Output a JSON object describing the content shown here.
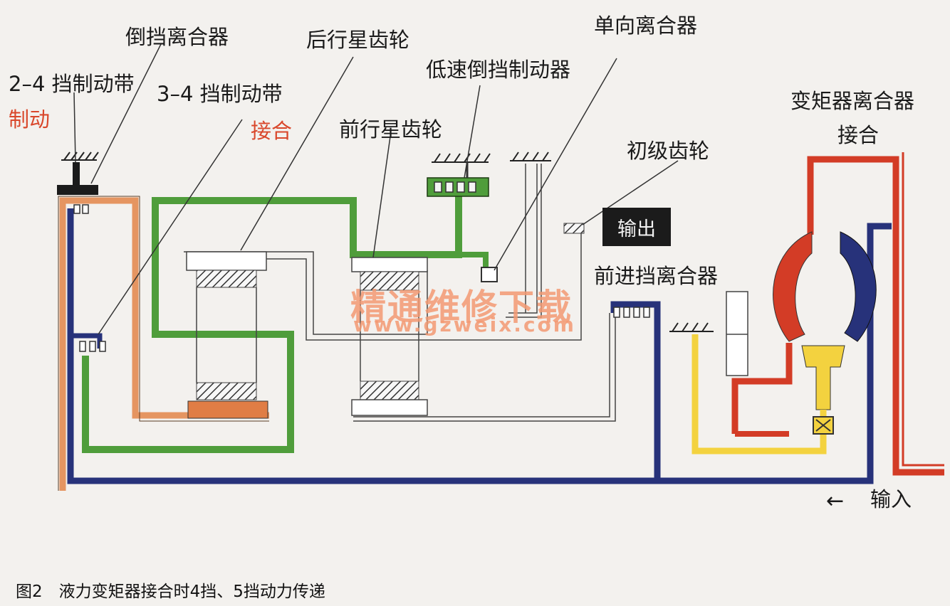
{
  "labels": {
    "reverse_clutch": "倒挡离合器",
    "rear_planetary": "后行星齿轮",
    "one_way_clutch": "单向离合器",
    "band_24": "2–4 挡制动带",
    "band_24_state": "制动",
    "band_34": "3–4 挡制动带",
    "band_34_state": "接合",
    "low_reverse_brake": "低速倒挡制动器",
    "front_planetary": "前行星齿轮",
    "primary_gear": "初级齿轮",
    "output": "输出",
    "forward_clutch": "前进挡离合器",
    "tc_clutch": "变矩器离合器",
    "tc_clutch_state": "接合",
    "input": "输入",
    "input_arrow": "←"
  },
  "watermark": {
    "title": "精通维修下载",
    "url": "www.gzweix.com"
  },
  "caption": "图2　液力变矩器接合时4挡、5挡动力传递",
  "colors": {
    "orange": "#e59561",
    "green": "#4f9d3b",
    "navy": "#27327a",
    "red": "#d33c26",
    "yellow": "#f3d23f",
    "white_path": "#ffffff",
    "label_red": "#d9472b"
  }
}
